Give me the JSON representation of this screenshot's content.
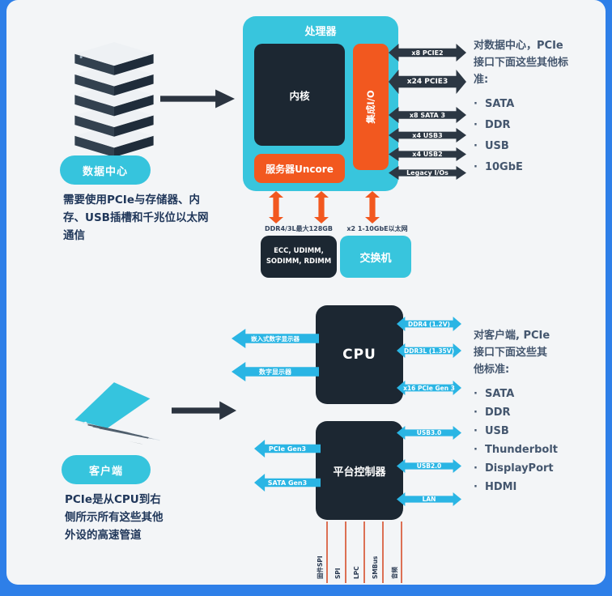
{
  "colors": {
    "frame_blue": "#2e7fe8",
    "cyan_block": "#38c5dd",
    "cyan_arrow": "#2ab5e4",
    "navy_block": "#1c2732",
    "dark_arrow": "#2c3743",
    "orange": "#f2581f",
    "firmware_line_red": "#dc7054"
  },
  "datacenter": {
    "badge": "数据中心",
    "description": "需要使用PCIe与存储器、内存、USB插槽和千兆位以太网通信",
    "processor": {
      "title": "处理器",
      "core": "内核",
      "integrated_io": "集成I/O",
      "uncore": "服务器Uncore"
    },
    "bus_arrows": [
      "x8 PCIE2",
      "x24 PCIE3",
      "x8 SATA 3",
      "x4 USB3",
      "x4 USB2",
      "Legacy I/Os"
    ],
    "memory_label": "DDR4/3L最大128GB",
    "memory_box": "ECC, UDIMM, SODIMM, RDIMM",
    "ethernet_label": "x2 1-10GbE以太网",
    "switch_label": "交换机",
    "note": {
      "title": "对数据中心，PCIe接口下面这些其他标准:",
      "bullets": [
        "SATA",
        "DDR",
        "USB",
        "10GbE"
      ]
    }
  },
  "client": {
    "badge": "客户端",
    "description": "PCIe是从CPU到右侧所示所有这些其他外设的高速管道",
    "cpu_label": "CPU",
    "pch_label": "平台控制器",
    "cpu_left_arrows": [
      "嵌入式数字显示器",
      "数字显示器"
    ],
    "cpu_right_arrows": [
      "DDR4 (1.2V)",
      "DDR3L (1.35V)",
      "x16 PCIe Gen 3"
    ],
    "pch_left_arrows": [
      "PCIe Gen3",
      "SATA Gen3"
    ],
    "pch_right_arrows": [
      "USB3.0",
      "USB2.0",
      "LAN"
    ],
    "firmware_lines": [
      "固件SPI",
      "SPI",
      "LPC",
      "SMBus",
      "音频"
    ],
    "note": {
      "title": "对客户端, PCIe接口下面这些其他标准:",
      "bullets": [
        "SATA",
        "DDR",
        "USB",
        "Thunderbolt",
        "DisplayPort",
        "HDMI"
      ]
    }
  }
}
